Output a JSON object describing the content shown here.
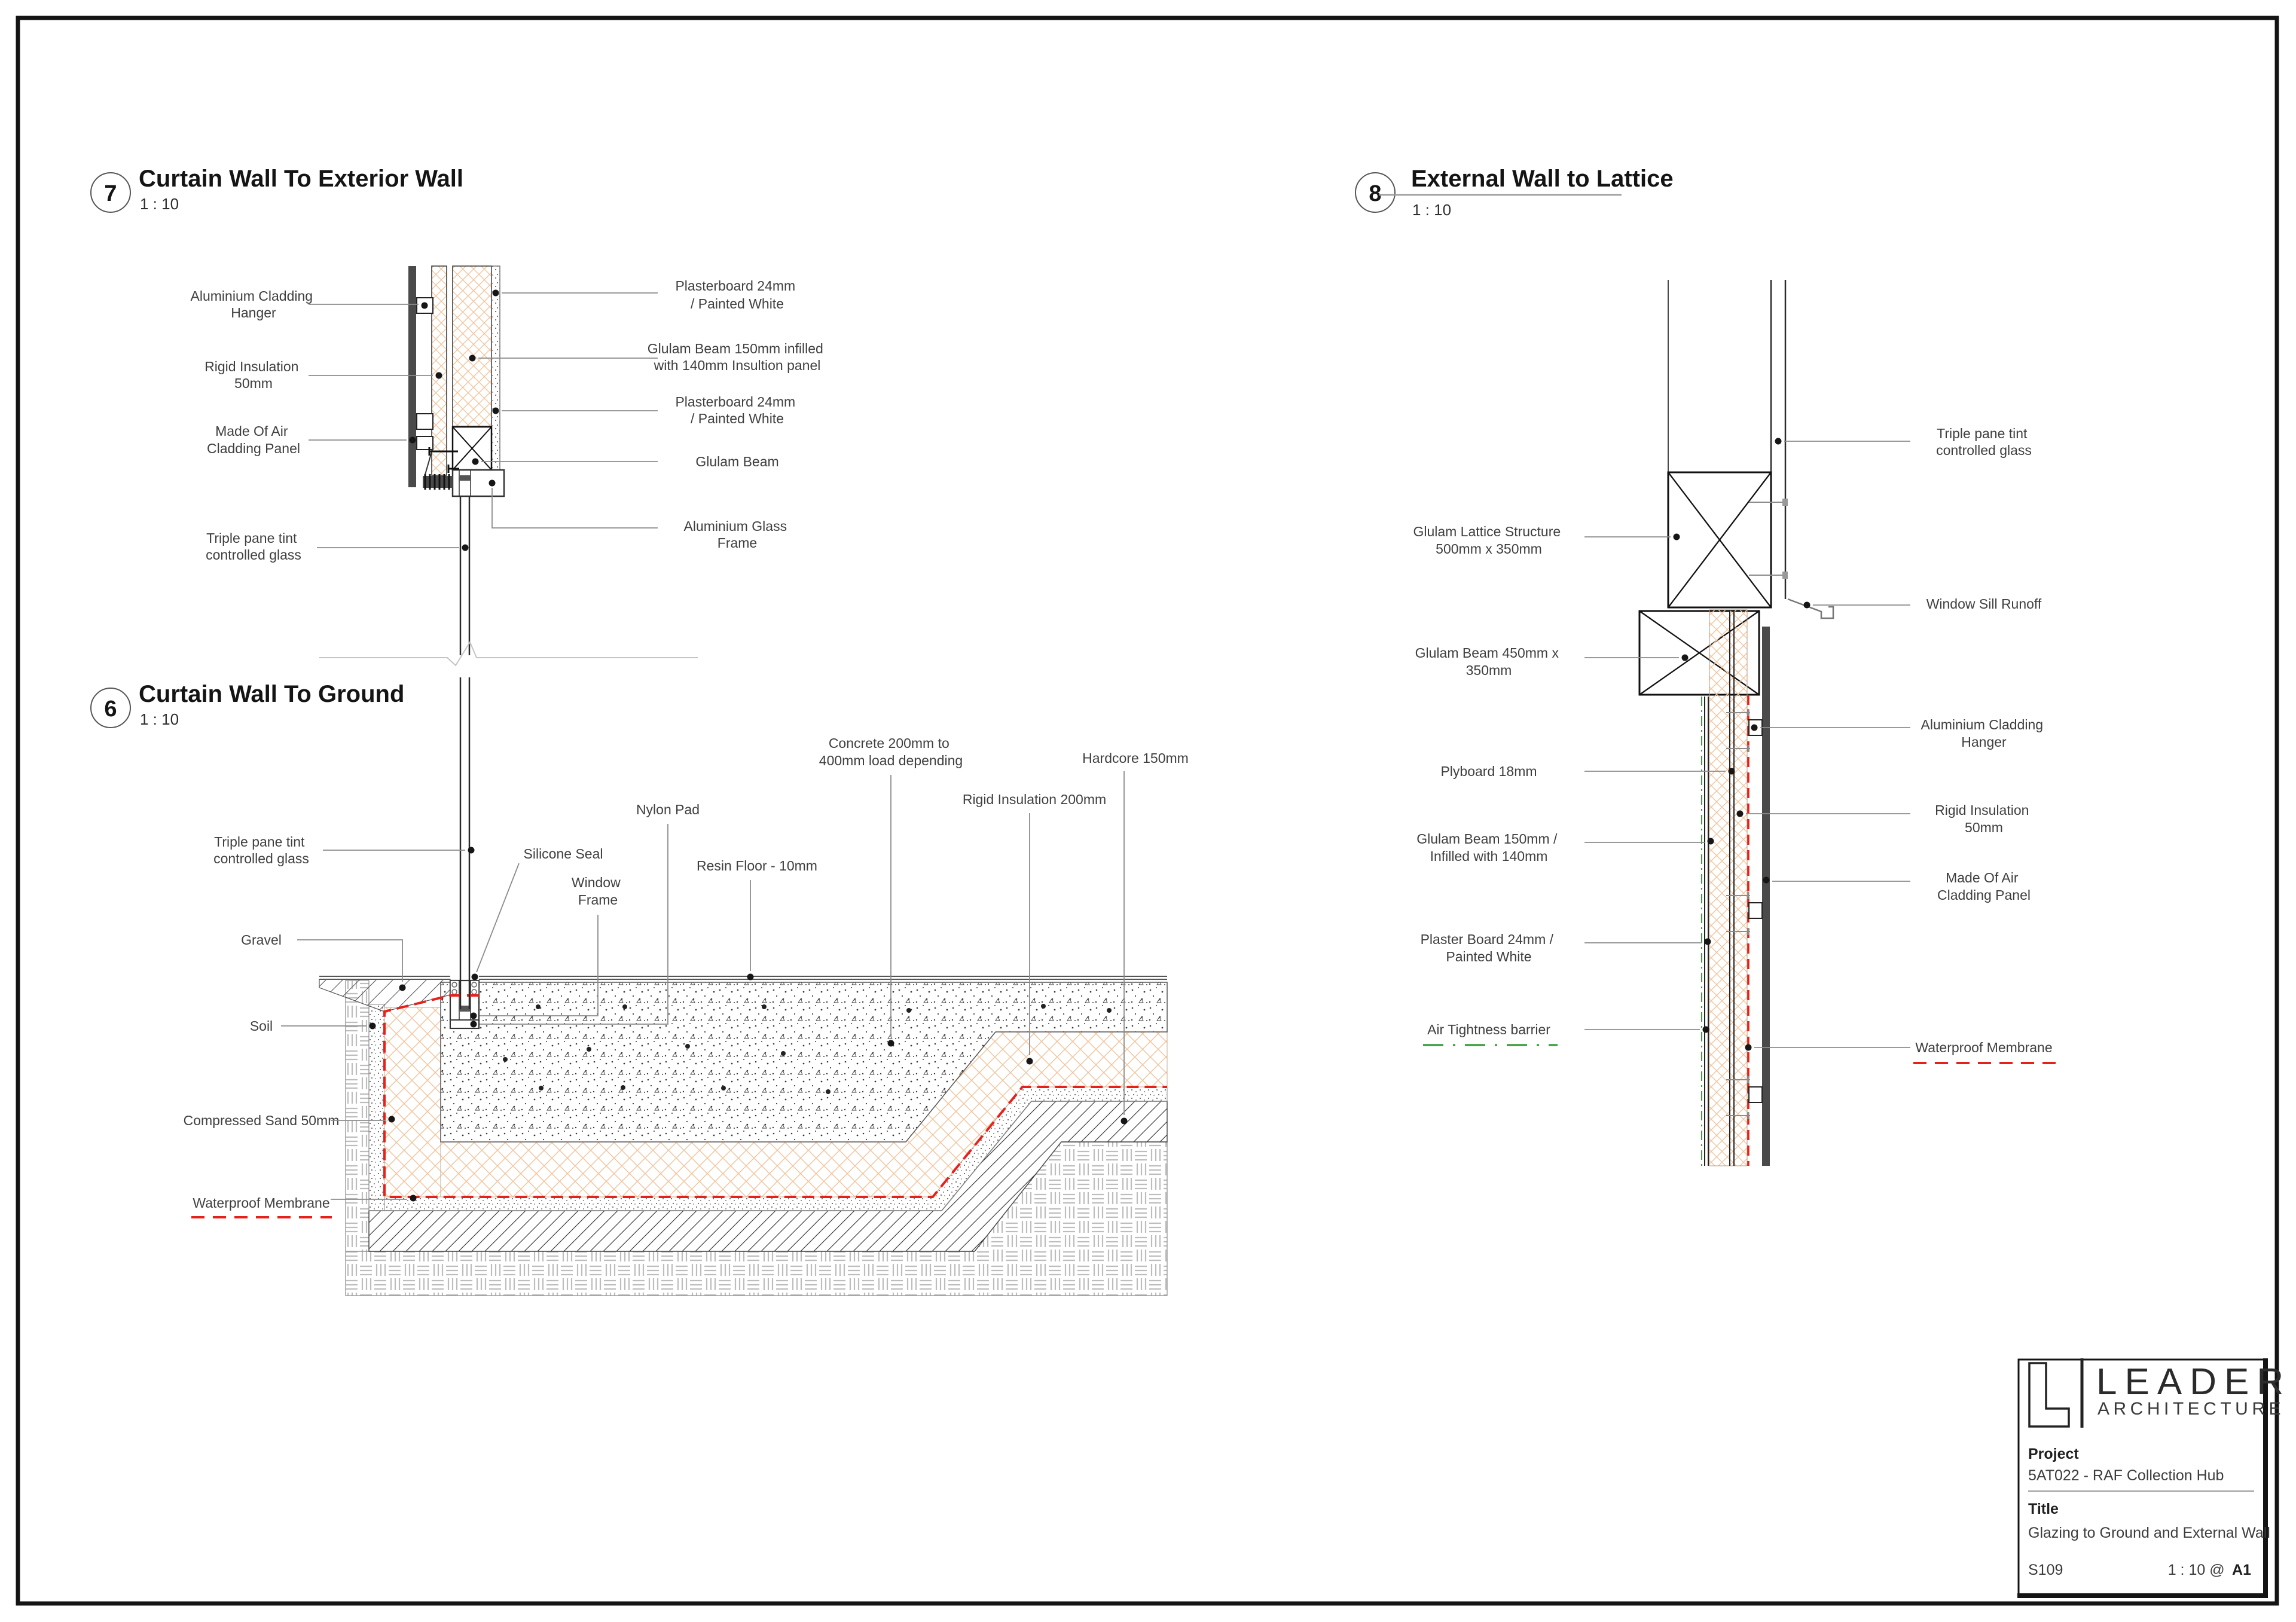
{
  "sheet": {
    "paper_color": "#ffffff",
    "border_color": "#141414"
  },
  "colors": {
    "membrane_red": "#e8201a",
    "air_barrier_green": "#3f9e3f",
    "insulation_hatch_orange": "#f2c59e",
    "cladding_dark_grey": "#4a4a4a",
    "leader_grey": "#8c8c8c",
    "soil_pattern_grey": "#bdbdbd"
  },
  "details": {
    "d7": {
      "number": "7",
      "title": "Curtain Wall To Exterior Wall",
      "scale": "1 : 10",
      "labels_left": [
        [
          "Aluminium Cladding",
          "Hanger"
        ],
        [
          "Rigid Insulation",
          "50mm"
        ],
        [
          "Made Of Air",
          "Cladding Panel"
        ],
        [
          "Triple pane tint",
          "controlled glass"
        ]
      ],
      "labels_right": [
        [
          "Plasterboard 24mm",
          "/ Painted White"
        ],
        [
          "Glulam Beam 150mm infilled",
          "with 140mm Insultion panel"
        ],
        [
          "Plasterboard 24mm",
          "/ Painted White"
        ],
        [
          "Glulam Beam"
        ],
        [
          "Aluminium Glass",
          "Frame"
        ]
      ]
    },
    "d6": {
      "number": "6",
      "title": "Curtain Wall To Ground",
      "scale": "1 : 10",
      "labels_left": [
        [
          "Triple pane tint",
          "controlled glass"
        ],
        [
          "Gravel"
        ],
        [
          "Soil"
        ],
        [
          "Compressed Sand 50mm"
        ],
        [
          "Waterproof Membrane"
        ]
      ],
      "labels_top": [
        [
          "Concrete  200mm to",
          "400mm load depending"
        ],
        [
          "Hardcore 150mm"
        ],
        [
          "Rigid Insulation 200mm"
        ],
        [
          "Nylon  Pad"
        ],
        [
          "Silicone Seal"
        ],
        [
          "Resin Floor - 10mm"
        ],
        [
          "Window",
          "Frame"
        ]
      ]
    },
    "d8": {
      "number": "8",
      "title": "External Wall to Lattice",
      "scale": "1 : 10",
      "labels_left": [
        [
          "Glulam Lattice Structure",
          "500mm x 350mm"
        ],
        [
          "Glulam Beam 450mm x",
          "350mm"
        ],
        [
          "Plyboard 18mm"
        ],
        [
          "Glulam Beam 150mm /",
          "Infilled with 140mm"
        ],
        [
          "Plaster Board 24mm /",
          "Painted White"
        ],
        [
          "Air Tightness barrier"
        ]
      ],
      "labels_right": [
        [
          "Triple pane tint",
          "controlled glass"
        ],
        [
          "Window Sill Runoff"
        ],
        [
          "Aluminium Cladding",
          "Hanger"
        ],
        [
          "Rigid Insulation",
          "50mm"
        ],
        [
          "Made Of Air",
          "Cladding Panel"
        ],
        [
          "Waterproof Membrane"
        ]
      ]
    }
  },
  "titleblock": {
    "brand_line1": "LEADER",
    "brand_line2": "ARCHITECTURE",
    "project_label": "Project",
    "project_value": "5AT022 - RAF Collection Hub",
    "title_label": "Title",
    "title_value": "Glazing to Ground and External Wall",
    "sheet_number": "S109",
    "scale_text": "1 : 10 @",
    "paper_size": "A1"
  }
}
